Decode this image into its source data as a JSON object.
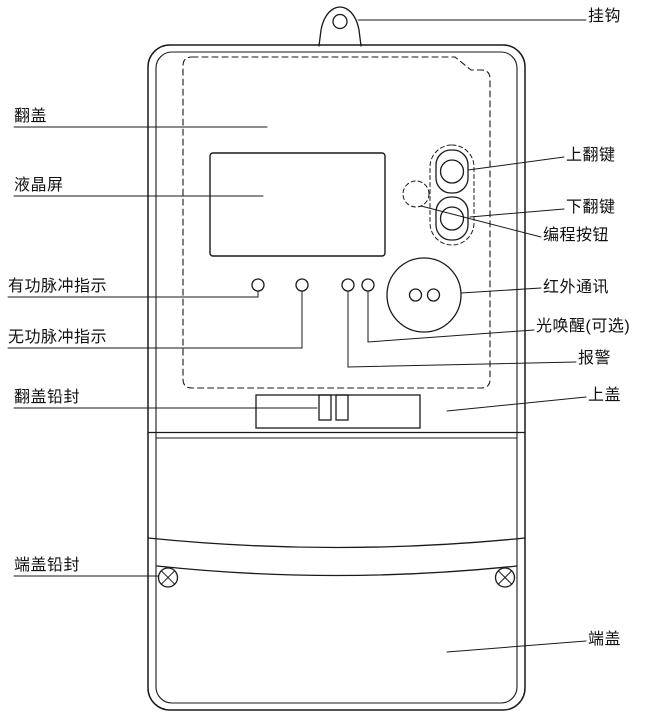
{
  "labels": {
    "left": [
      {
        "text": "翻盖"
      },
      {
        "text": "液晶屏"
      },
      {
        "text": "有功脉冲指示"
      },
      {
        "text": "无功脉冲指示"
      },
      {
        "text": "翻盖铅封"
      },
      {
        "text": "端盖铅封"
      }
    ],
    "right": [
      {
        "text": "挂钩"
      },
      {
        "text": "上翻键"
      },
      {
        "text": "下翻键"
      },
      {
        "text": "编程按钮"
      },
      {
        "text": "红外通讯"
      },
      {
        "text": "光唤醒(可选)"
      },
      {
        "text": "报警"
      },
      {
        "text": "上盖"
      },
      {
        "text": "端盖"
      }
    ]
  },
  "colors": {
    "line": "#1a1a1a",
    "background": "#ffffff"
  }
}
